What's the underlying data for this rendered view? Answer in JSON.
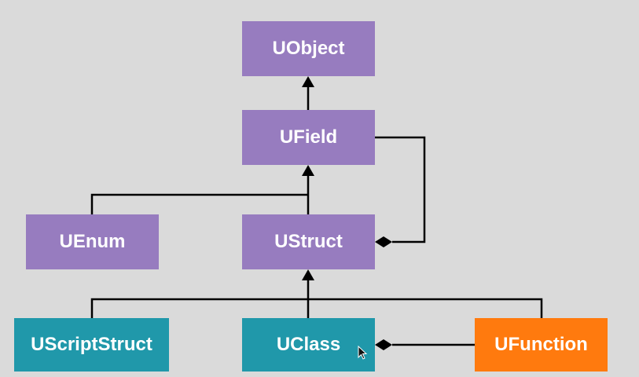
{
  "colors": {
    "background": "#dadada",
    "abstract_class": "#977cbf",
    "concrete_class": "#2098aa",
    "highlight_class": "#ff7a0e",
    "connector": "#000000"
  },
  "nodes": {
    "uobject": {
      "label": "UObject",
      "color": "#977cbf"
    },
    "ufield": {
      "label": "UField",
      "color": "#977cbf"
    },
    "uenum": {
      "label": "UEnum",
      "color": "#977cbf"
    },
    "ustruct": {
      "label": "UStruct",
      "color": "#977cbf"
    },
    "uscriptstruct": {
      "label": "UScriptStruct",
      "color": "#2098aa"
    },
    "uclass": {
      "label": "UClass",
      "color": "#2098aa"
    },
    "ufunction": {
      "label": "UFunction",
      "color": "#ff7a0e"
    }
  },
  "relations": [
    {
      "type": "inheritance",
      "from": "ufield",
      "to": "uobject"
    },
    {
      "type": "inheritance",
      "from": "uenum",
      "to": "ufield"
    },
    {
      "type": "inheritance",
      "from": "ustruct",
      "to": "ufield"
    },
    {
      "type": "composition",
      "whole": "ustruct",
      "part": "ufield"
    },
    {
      "type": "inheritance",
      "from": "uscriptstruct",
      "to": "ustruct"
    },
    {
      "type": "inheritance",
      "from": "uclass",
      "to": "ustruct"
    },
    {
      "type": "inheritance",
      "from": "ufunction",
      "to": "ustruct"
    },
    {
      "type": "composition",
      "whole": "uclass",
      "part": "ufunction"
    }
  ],
  "icons": {
    "cursor": "mouse-pointer-icon"
  }
}
